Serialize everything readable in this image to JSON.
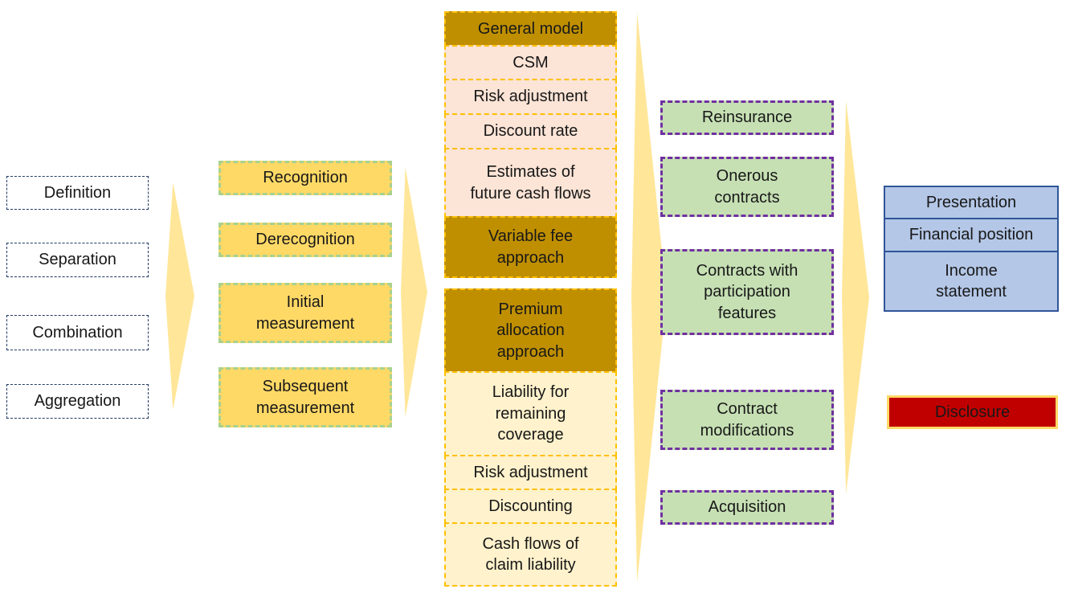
{
  "groups": {
    "scope": {
      "boxes": [
        {
          "label": "Definition"
        },
        {
          "label": "Separation"
        },
        {
          "label": "Combination"
        },
        {
          "label": "Aggregation"
        }
      ]
    },
    "stage": {
      "boxes": [
        {
          "label": "Recognition"
        },
        {
          "label": "Derecognition"
        },
        {
          "label": "Initial\nmeasurement"
        },
        {
          "label": "Subsequent\nmeasurement"
        }
      ]
    },
    "measurement": {
      "general_model": {
        "label": "General model"
      },
      "general_components": [
        {
          "label": "CSM"
        },
        {
          "label": "Risk adjustment"
        },
        {
          "label": "Discount rate"
        },
        {
          "label": "Estimates of\nfuture cash flows"
        }
      ],
      "variable_fee": {
        "label": "Variable fee\napproach"
      },
      "premium_allocation": {
        "label": "Premium\nallocation\napproach"
      },
      "paa_components": [
        {
          "label": "Liability for\nremaining\ncoverage"
        },
        {
          "label": "Risk adjustment"
        },
        {
          "label": "Discounting"
        },
        {
          "label": "Cash flows of\nclaim liability"
        }
      ]
    },
    "topics": {
      "boxes": [
        {
          "label": "Reinsurance"
        },
        {
          "label": "Onerous\ncontracts"
        },
        {
          "label": "Contracts with\nparticipation\nfeatures"
        },
        {
          "label": "Contract\nmodifications"
        },
        {
          "label": "Acquisition"
        }
      ]
    },
    "reporting": {
      "boxes": [
        {
          "label": "Presentation"
        },
        {
          "label": "Financial position"
        },
        {
          "label": "Income\nstatement"
        }
      ],
      "disclosure": {
        "label": "Disclosure"
      }
    }
  },
  "colors": {
    "arrow_fill": "#FFE699",
    "scope_border": "#1F3864",
    "stage_fill": "#FFD966",
    "stage_border": "#A9D18E",
    "model_dark_fill": "#BF8F00",
    "model_border": "#FFC000",
    "model_peach_fill": "#FCE4D6",
    "model_pale_fill": "#FFF2CC",
    "topic_fill": "#C6E0B4",
    "topic_border": "#7030A0",
    "report_fill": "#B4C7E7",
    "report_border": "#2F5597",
    "disclosure_fill": "#C00000",
    "disclosure_border": "#FFD966"
  }
}
